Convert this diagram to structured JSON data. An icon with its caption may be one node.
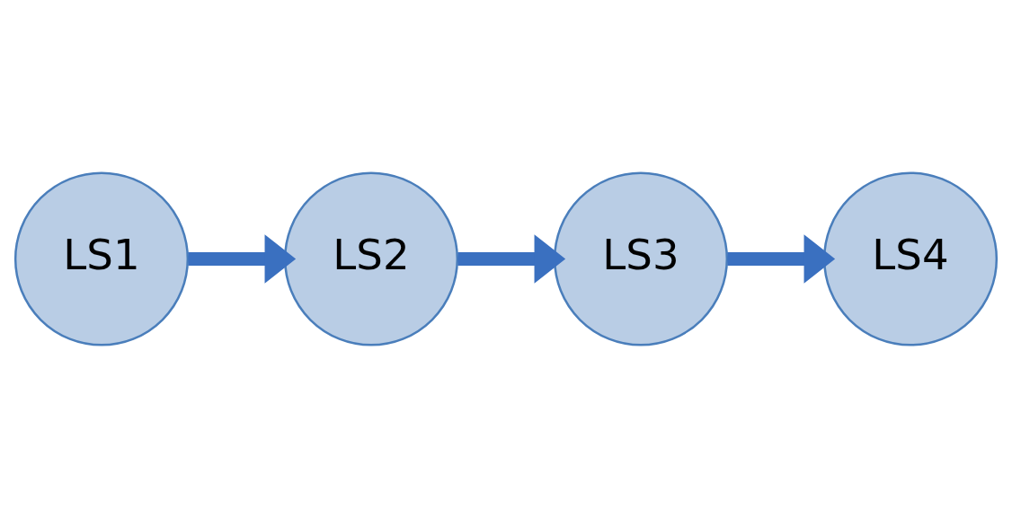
{
  "diagram": {
    "nodes": [
      {
        "text": [
          "LS1"
        ]
      },
      {
        "text": [
          "LS2"
        ]
      },
      {
        "text": [
          "LS3"
        ]
      },
      {
        "text": [
          "LS4"
        ]
      }
    ],
    "edges": [
      {
        "from": 0,
        "to": 1,
        "arrow": "to"
      },
      {
        "from": 1,
        "to": 2,
        "arrow": "to"
      },
      {
        "from": 2,
        "to": 3,
        "arrow": "to"
      }
    ]
  }
}
